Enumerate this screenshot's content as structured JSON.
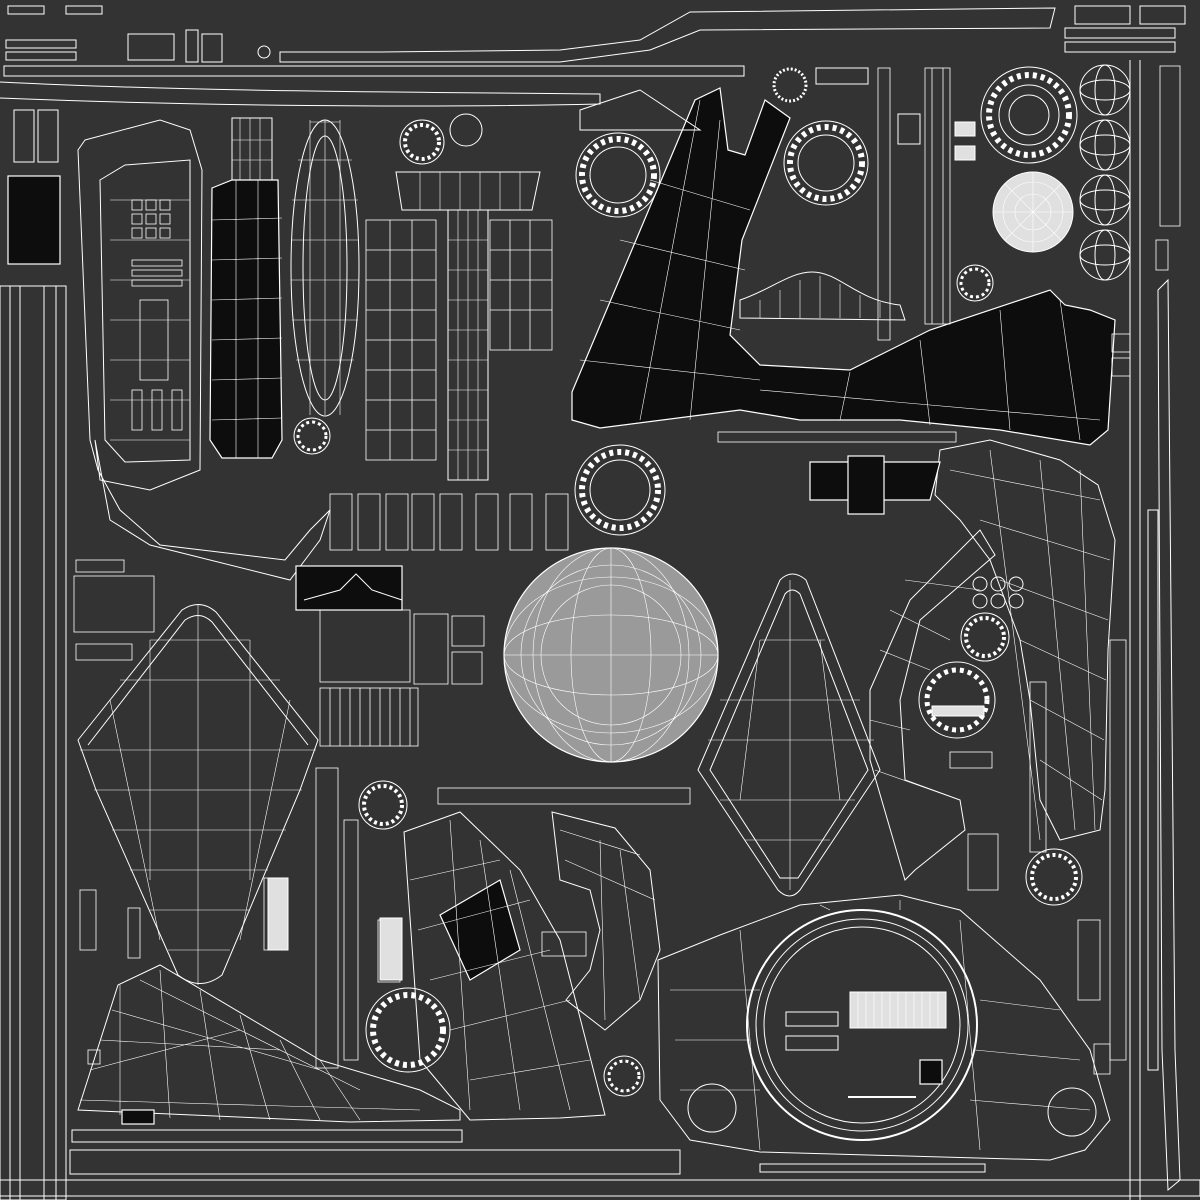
{
  "view": {
    "kind": "uv-layout-wireframe",
    "background_color": "#333333",
    "line_color": "#ffffff",
    "shell_color": "#0d0d0d",
    "sphere_color": "#9a9a9a",
    "hub_color": "#e0e0e0"
  },
  "islands": [
    {
      "name": "top-border-strip"
    },
    {
      "name": "left-border-strip"
    },
    {
      "name": "right-border-strip"
    },
    {
      "name": "bottom-border-strip"
    },
    {
      "name": "large-sphere-uv"
    },
    {
      "name": "dark-wing-shell-uv"
    },
    {
      "name": "left-cone-uv"
    },
    {
      "name": "bottom-left-fan-uv"
    },
    {
      "name": "bottom-right-hull-uv"
    },
    {
      "name": "center-spearhead-uv"
    },
    {
      "name": "right-curved-arm-uv"
    },
    {
      "name": "tall-elliptic-pod-uv"
    },
    {
      "name": "left-frame-loop-uv"
    },
    {
      "name": "tall-dark-panel-uv"
    },
    {
      "name": "center-column-uv"
    },
    {
      "name": "gear-ring-cluster-uv"
    },
    {
      "name": "globe-cluster-uv"
    },
    {
      "name": "small-parts-cluster-uv"
    }
  ]
}
